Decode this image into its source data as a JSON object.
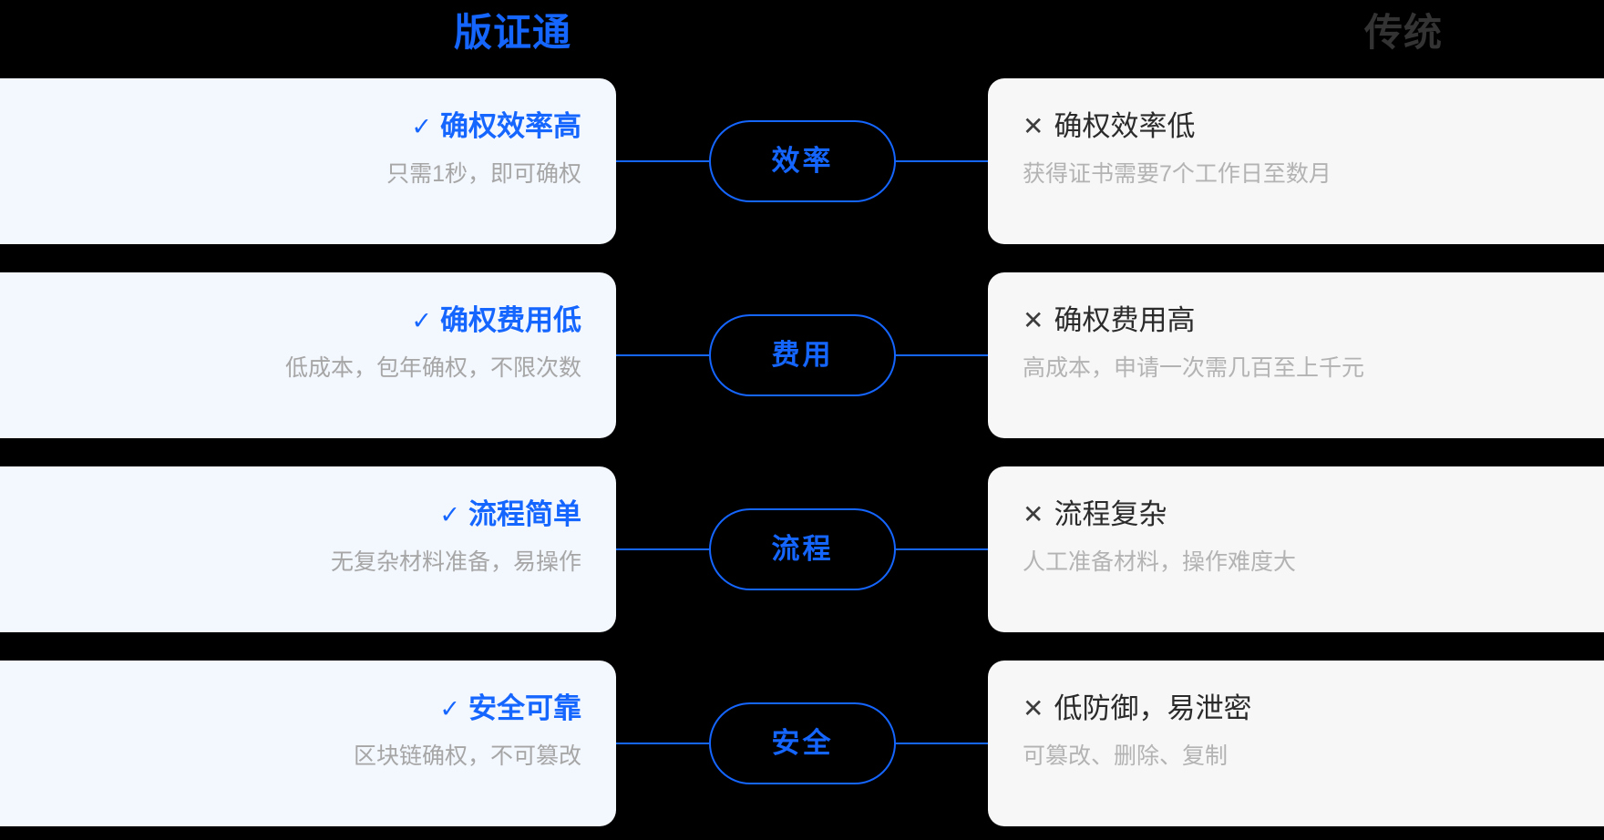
{
  "header": {
    "left_title": "版证通",
    "right_title": "传统"
  },
  "colors": {
    "accent_blue": "#1565ff",
    "background": "#000000",
    "pro_card_bg": "#f3f7fe",
    "con_card_bg": "#f7f7f7",
    "con_title": "#2b2b2b",
    "sub_text": "#a6a6a6",
    "header_right": "#333333"
  },
  "icons": {
    "check": "✓",
    "cross": "✕"
  },
  "rows": [
    {
      "badge": "效率",
      "pro": {
        "title": "确权效率高",
        "sub": "只需1秒，即可确权"
      },
      "con": {
        "title": "确权效率低",
        "sub": "获得证书需要7个工作日至数月"
      }
    },
    {
      "badge": "费用",
      "pro": {
        "title": "确权费用低",
        "sub": "低成本，包年确权，不限次数"
      },
      "con": {
        "title": "确权费用高",
        "sub": "高成本，申请一次需几百至上千元"
      }
    },
    {
      "badge": "流程",
      "pro": {
        "title": "流程简单",
        "sub": "无复杂材料准备，易操作"
      },
      "con": {
        "title": "流程复杂",
        "sub": "人工准备材料，操作难度大"
      }
    },
    {
      "badge": "安全",
      "pro": {
        "title": "安全可靠",
        "sub": "区块链确权，不可篡改"
      },
      "con": {
        "title": "低防御，易泄密",
        "sub": "可篡改、删除、复制"
      }
    }
  ]
}
